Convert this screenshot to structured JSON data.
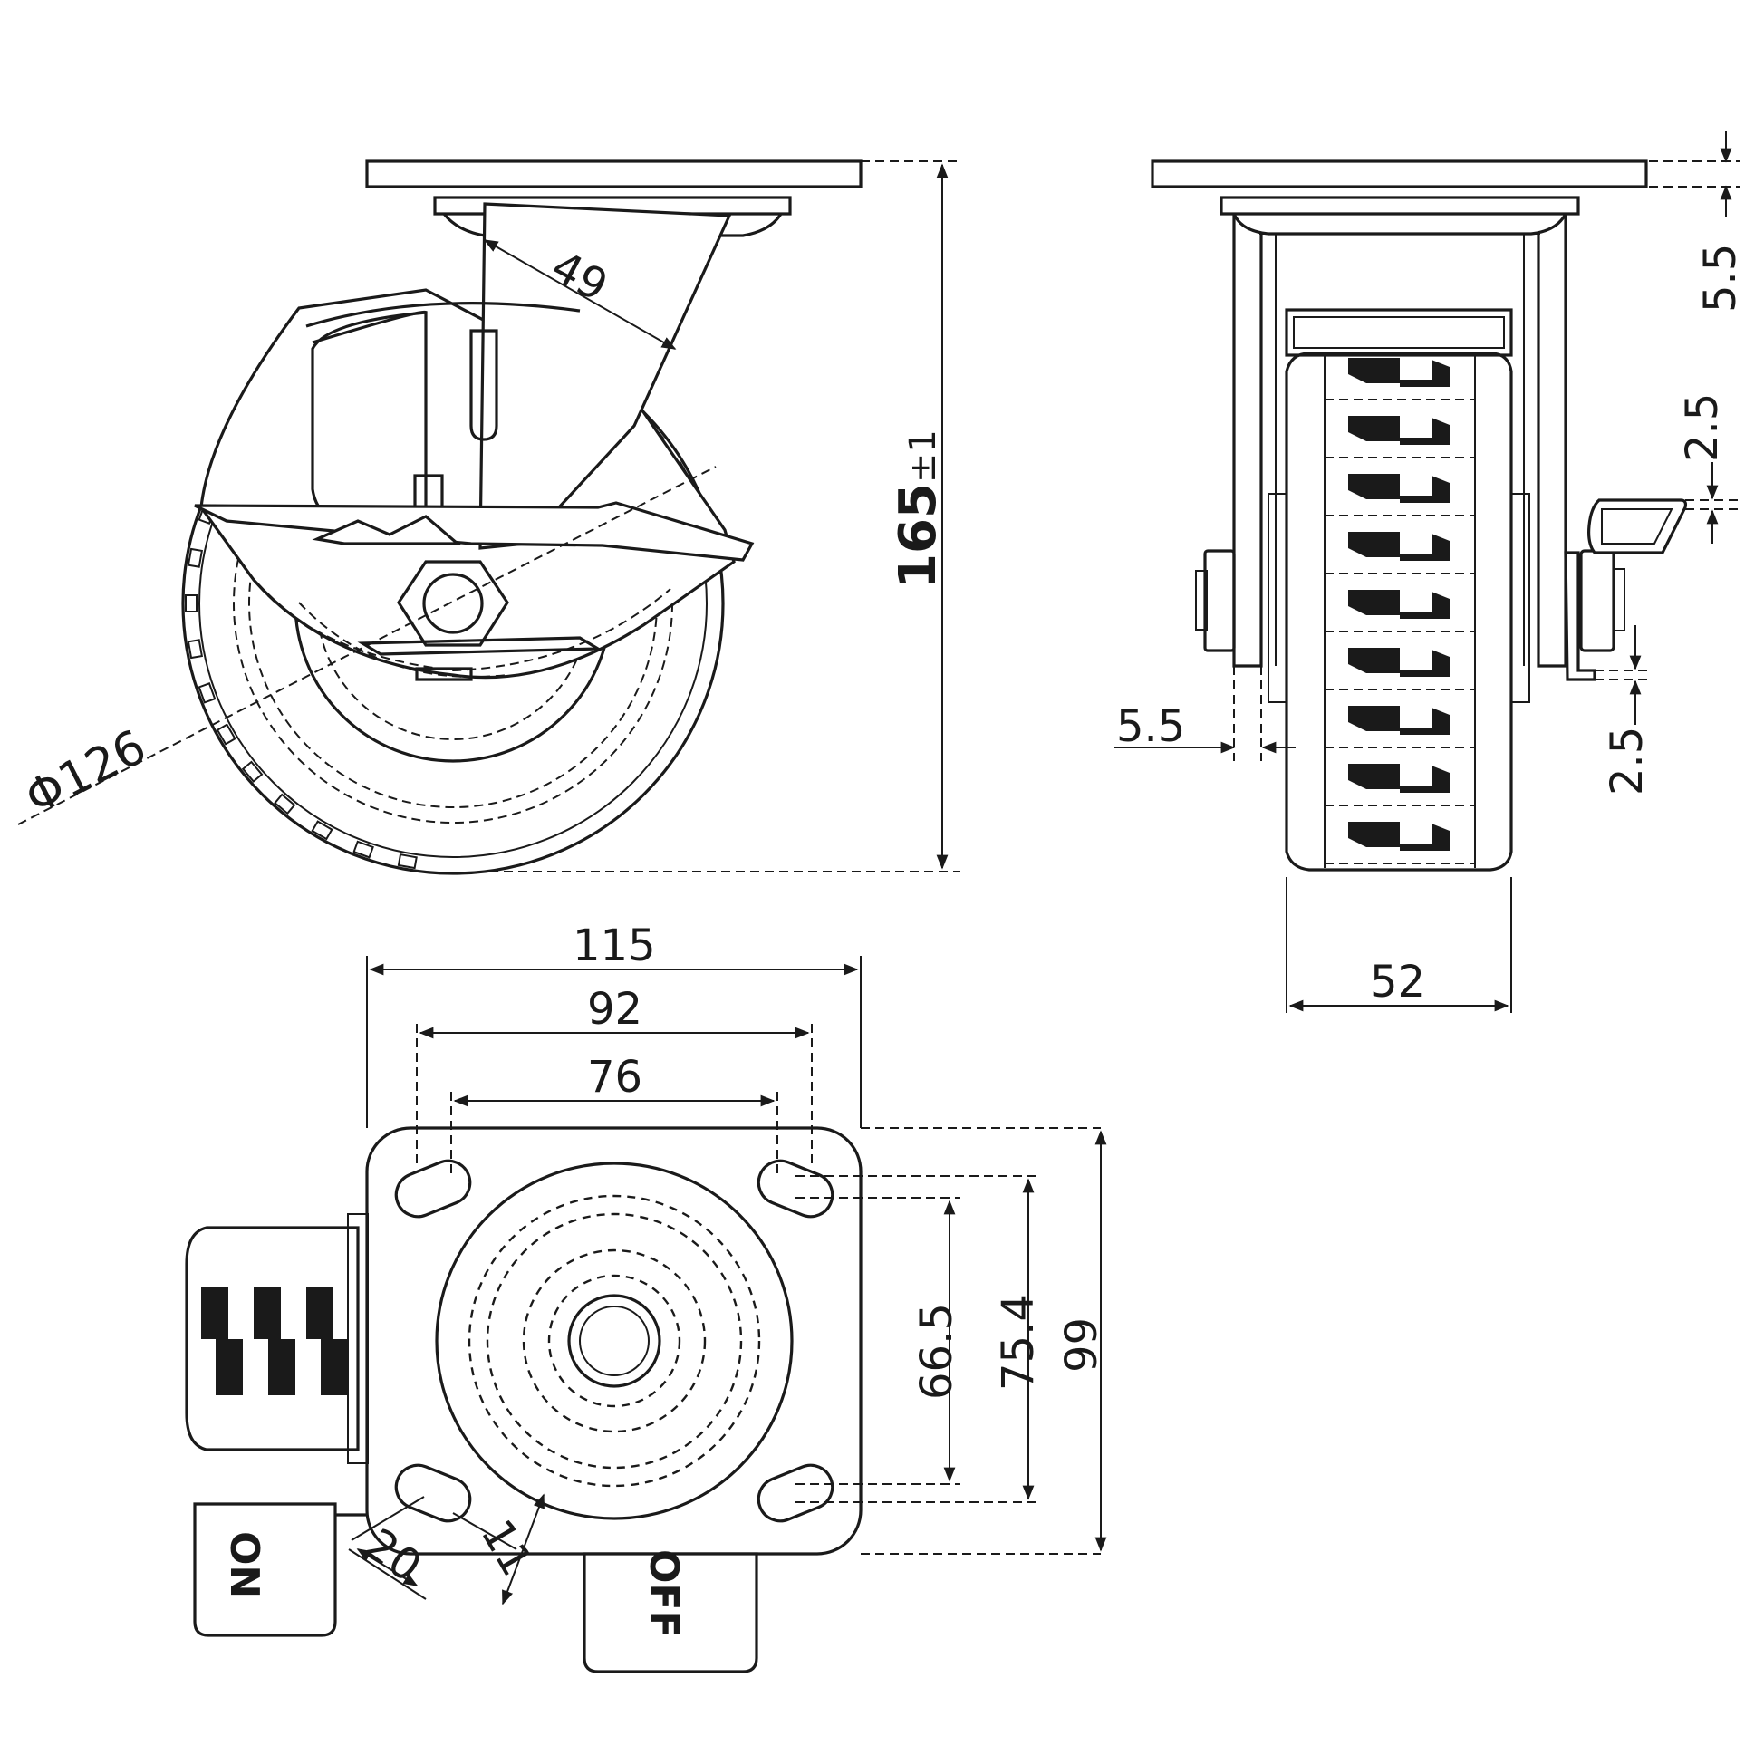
{
  "dimensions": {
    "height_main": "165",
    "height_tol": "±1",
    "wheel_diameter": "Φ126",
    "bracket_offset": "49",
    "plate_thickness": "5.5",
    "brake_gap_top": "2.5",
    "side_gap": "5.5",
    "brake_gap_bottom": "2.5",
    "wheel_width": "52",
    "plate_width": "115",
    "bolt_spacing_outer": "92",
    "bolt_spacing_inner": "76",
    "bolt_spacing_v_inner": "66.5",
    "bolt_spacing_v_outer": "75.4",
    "plate_depth": "99",
    "slot_length": "20",
    "slot_width": "11"
  },
  "labels": {
    "brake_on": "ON",
    "brake_off": "OFF"
  }
}
